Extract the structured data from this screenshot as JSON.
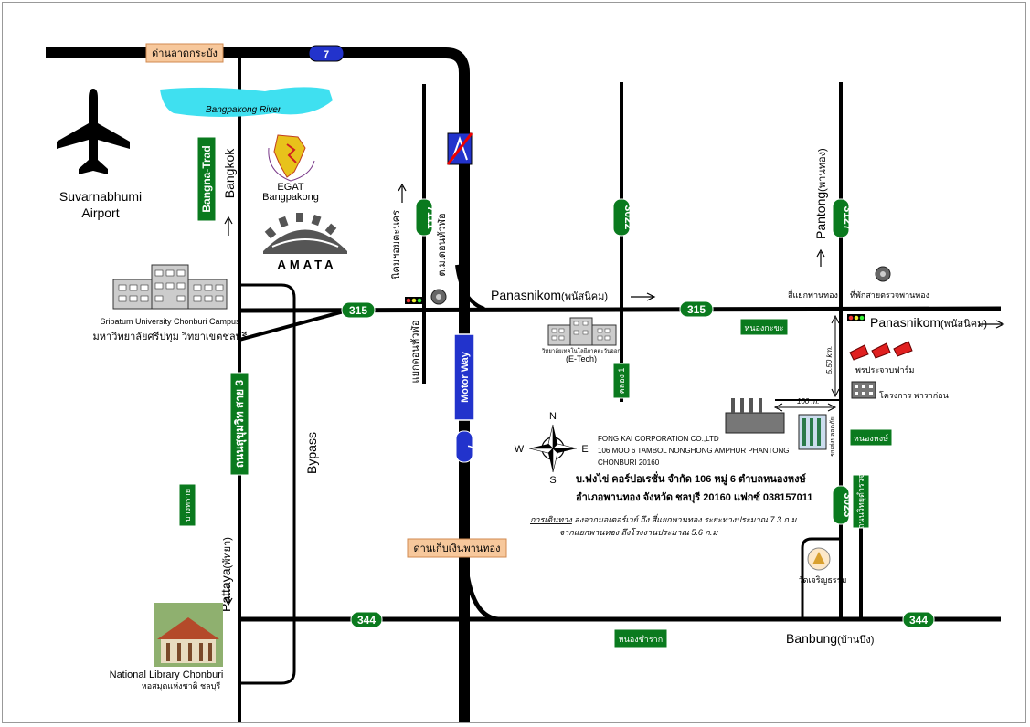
{
  "colors": {
    "route_green": "#0a7a1e",
    "motorway_blue": "#2233cc",
    "toll_orange": "#f7c89c",
    "river_cyan": "#3fe0f0"
  },
  "shields": {
    "r7_top": "7",
    "r315_left": "315",
    "r315_right": "315",
    "r7111": "7111",
    "r3022": "3022",
    "r3127": "3127",
    "r3023": "3023",
    "r344_left": "344",
    "r344_right": "344",
    "r7_motorway": "7"
  },
  "labels": {
    "toll_top": "ด่านลาดกระบัง",
    "toll_bottom": "ด่านเก็บเงินพานทอง",
    "river": "Bangpakong River",
    "airport": "Suvarnabhumi",
    "airport2": "Airport",
    "bangna_trad": "Bangna-Trad",
    "bangkok": "Bangkok",
    "egat1": "EGAT",
    "egat2": "Bangpakong",
    "amata": "AMATA",
    "sripatum1": "Sripatum University Chonburi Campus",
    "sripatum2": "มหาวิทยาลัยศรีปทุม วิทยาเขตชลบุรี",
    "sukhumvit": "ถนนสุขุมวิท สาย 3",
    "bypass": "Bypass",
    "bangsai": "บางทราย",
    "pattaya": "Pattaya",
    "pattaya_th": "(พัทยา)",
    "library1": "National Library Chonburi",
    "library2": "หอสมุดแห่งชาติ ชลบุรี",
    "motorway": "Motor Way",
    "nikhom": "นิคมฯอมตะนคร",
    "donhuaro": "ต.ม.ดอนหัวฬ่อ",
    "yaek_donhuaro": "แยกดอนหัวฬ่อ",
    "panasnikom1": "Panasnikom",
    "panasnikom1_th": "(พนัสนิคม)",
    "panasnikom2": "Panasnikom",
    "panasnikom2_th": "(พนัสนิคม)",
    "etech": "(E-Tech)",
    "etech_th": "วิทยาลัยเทคโนโลยีภาคตะวันออก",
    "nongkhayang": "หนองกะขะ",
    "khlong1": "คลอง 1",
    "pantong": "Pantong",
    "pantong_th": "(พานทอง)",
    "siyaek": "สี่แยกพานทอง",
    "police": "ที่พักสายตรวจพานทอง",
    "dist_v": "5.50 km.",
    "dist_h": "100 m.",
    "farm": "พรประจวบฟาร์ม",
    "project": "โครงการ พาราก่อน",
    "nonghong": "หนองหงษ์",
    "nongprue": "ถนนวิทยุตำรวจ",
    "factory_label": "ขนส่งปลอดภัย",
    "watcharoen": "วัดเจริญธรรม",
    "nongkham": "หนองชำราก",
    "banbung": "Banbung",
    "banbung_th": "(บ้านบึง)",
    "company_en1": "FONG KAI CORPORATION CO.,LTD",
    "company_en2": "106 MOO 6 TAMBOL NONGHONG AMPHUR PHANTONG",
    "company_en3": "CHONBURI 20160",
    "company_th1": "บ.ฟงไข่ คอร์ปอเรชั่น จำกัด 106 หมู่ 6 ตำบลหนองหงษ์",
    "company_th2": "อำเภอพานทอง จังหวัด ชลบุรี 20160 แฟกซ์ 038157011",
    "directions1_u": "การเดินทาง",
    "directions1": " ลงจากมอเตอร์เวย์ ถึง สี่แยกพานทอง ระยะทางประมาณ 7.3 ก.ม",
    "directions2": "จากแยกพานทอง ถึงโรงงานประมาณ 5.6 ก.ม",
    "compass_n": "N",
    "compass_s": "S",
    "compass_e": "E",
    "compass_w": "W"
  },
  "icons": [
    "airplane-icon",
    "traffic-light-icon",
    "compass-icon",
    "no-motorway-sign-icon",
    "egat-logo-icon",
    "amata-logo-icon"
  ]
}
